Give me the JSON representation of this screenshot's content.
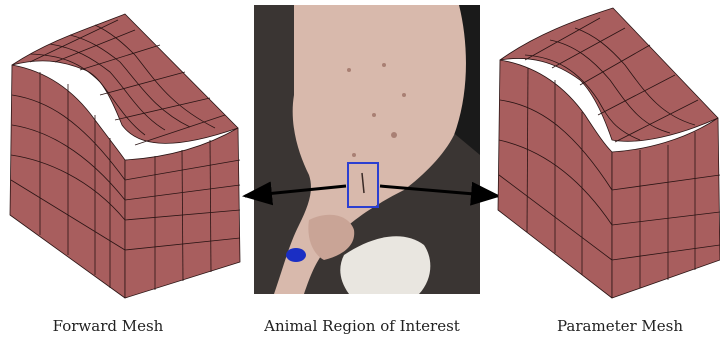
{
  "captions": {
    "forward": "Forward Mesh",
    "region": "Animal Region of Interest",
    "parameter": "Parameter Mesh"
  },
  "colors": {
    "mesh_fill": "#a85e5e",
    "mesh_edge": "#2a1414",
    "roi_box": "#2b3fd1",
    "arrow": "#000000"
  }
}
